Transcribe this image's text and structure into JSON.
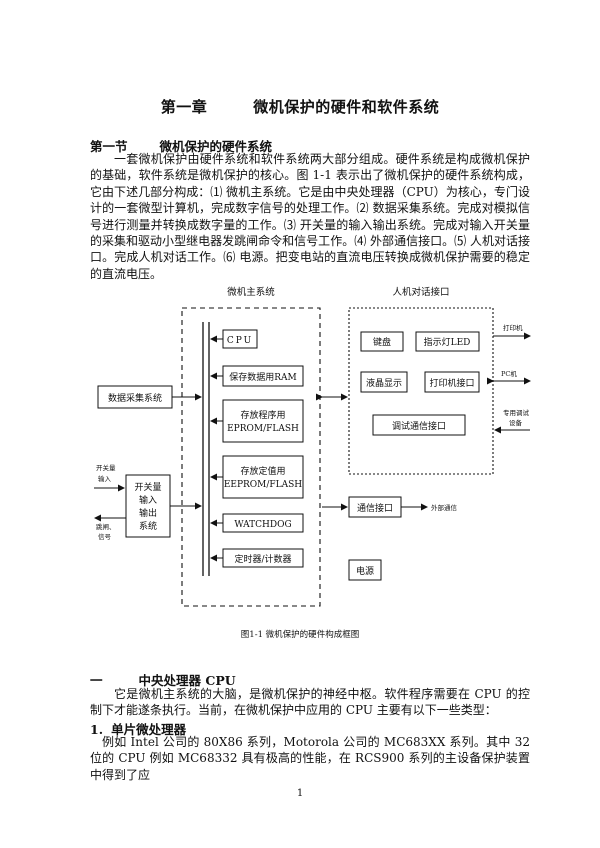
{
  "chapter": {
    "number": "第一章",
    "title": "微机保护的硬件和软件系统"
  },
  "section": {
    "number": "第一节",
    "title": "微机保护的硬件系统"
  },
  "para1": "一套微机保护由硬件系统和软件系统两大部分组成。硬件系统是构成微机保护的基础，软件系统是微机保护的核心。图 1-1 表示出了微机保护的硬件系统构成，它由下述几部分构成：⑴ 微机主系统。它是由中央处理器（CPU）为核心，专门设计的一套微型计算机，完成数字信号的处理工作。⑵ 数据采集系统。完成对模拟信号进行测量并转换成数字量的工作。⑶ 开关量的输入输出系统。完成对输入开关量的采集和驱动小型继电器发跳闸命令和信号工作。⑷ 外部通信接口。⑸ 人机对话接口。完成人机对话工作。⑹ 电源。把变电站的直流电压转换成微机保护需要的稳定的直流电压。",
  "diagram": {
    "main_system_label": "微机主系统",
    "hmi_label": "人机对话接口",
    "cpu": "CPU",
    "ram": "保存数据用RAM",
    "eprom_line1": "存放程序用",
    "eprom_line2": "EPROM/FLASH",
    "eeprom_line1": "存放定值用",
    "eeprom_line2": "EEPROM/FLASH",
    "watchdog": "WATCHDOG",
    "timer": "定时器/计数器",
    "data_acq": "数据采集系统",
    "switch_io": [
      "开关量",
      "输入",
      "输出",
      "系统"
    ],
    "switch_in": [
      "开关量",
      "输入"
    ],
    "trip_out": [
      "跳闸、",
      "信号"
    ],
    "keyboard": "键盘",
    "led": "指示灯LED",
    "lcd": "液晶显示",
    "printer_port": "打印机接口",
    "debug_port": "调试通信接口",
    "printer": "打印机",
    "pc": "PC机",
    "special_debug": [
      "专用调试",
      "设备"
    ],
    "comm_port": "通信接口",
    "external_comm": "外部通信",
    "power": "电源",
    "caption": "图1-1 微机保护的硬件构成框图"
  },
  "cpu_section": {
    "number": "一",
    "title": "中央处理器 CPU"
  },
  "para2": "它是微机主系统的大脑，是微机保护的神经中枢。软件程序需要在 CPU 的控制下才能遂条执行。当前，在微机保护中应用的 CPU 主要有以下一些类型：",
  "single_chip": {
    "number": "1.",
    "title": "单片微处理器"
  },
  "para3": "例如 Intel 公司的 80X86 系列，Motorola 公司的 MC683XX 系列。其中 32 位的 CPU 例如 MC68332 具有极高的性能，在 RCS900 系列的主设备保护装置中得到了应",
  "page_number": "1"
}
